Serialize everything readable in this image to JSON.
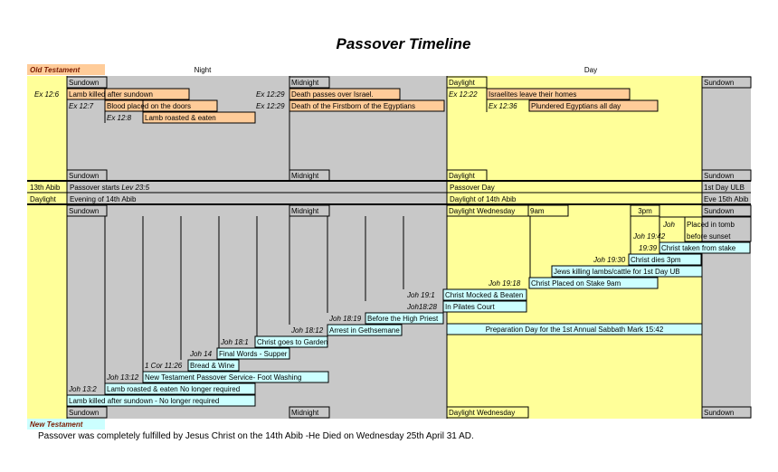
{
  "chart_data": {
    "type": "table",
    "title": "Passover Timeline",
    "section_old": "Old Testament",
    "section_new": "New Testament",
    "period_night": "Night",
    "period_day": "Day",
    "footer": "Passover was completely fulfilled by Jesus Christ on the 14th Abib -He Died on Wednesday 25th April 31 AD.",
    "colors": {
      "night_gray": "#c8c8c8",
      "day_yellow": "#ffff99",
      "ot_orange": "#ffcc99",
      "nt_cyan": "#ccffff",
      "ot_header": "#ffcc99",
      "nt_header": "#ccffff"
    },
    "markers": {
      "sundown": "Sundown",
      "midnight": "Midnight",
      "daylight": "Daylight",
      "daylight_wednesday": "Daylight Wednesday",
      "am9": "9am",
      "pm3": "3pm"
    },
    "old_testament_events": [
      {
        "ref": "Ex 12:6",
        "text": "Lamb killed after sundown"
      },
      {
        "ref": "Ex 12:7",
        "text": "Blood placed on the doors"
      },
      {
        "ref": "Ex 12:8",
        "text": "Lamb roasted & eaten"
      },
      {
        "ref": "Ex 12:29",
        "text": "Death passes over Israel."
      },
      {
        "ref": "Ex 12:29",
        "text": "Death of the Firstborn of the Egyptians"
      },
      {
        "ref": "Ex 12:22",
        "text": "Israelites leave their homes"
      },
      {
        "ref": "Ex 12:36",
        "text": "Plundered Egyptians all day"
      }
    ],
    "middle_band": {
      "left_top": "13th Abib",
      "left_bottom": "Daylight",
      "night_top": "Passover starts",
      "night_top_ref": "Lev 23:5",
      "night_bottom": "Evening of 14th Abib",
      "day_top": "Passover Day",
      "day_bottom": "Daylight of 14th Abib",
      "right_top": "1st Day ULB",
      "right_bottom": "Eve 15th Abib"
    },
    "new_testament_events": [
      {
        "ref": "",
        "text": "Lamb killed after sundown - No longer required"
      },
      {
        "ref": "Joh 13:2",
        "text": "Lamb roasted & eaten No longer required"
      },
      {
        "ref": "Joh 13:12",
        "text": "New Testament Passover Service- Foot Washing"
      },
      {
        "ref": "1 Cor 11:26",
        "text": "Bread & Wine"
      },
      {
        "ref": "Joh 14",
        "text": "Final Words - Supper"
      },
      {
        "ref": "Joh 18:1",
        "text": "Christ goes to Garden"
      },
      {
        "ref": "Joh 18:12",
        "text": "Arrest in Gethsemane"
      },
      {
        "ref": "Joh 18:19",
        "text": "Before the High Priest"
      },
      {
        "ref": "Joh18:28",
        "text": "In Pilates Court"
      },
      {
        "ref": "Joh 19:1",
        "text": "Christ Mocked & Beaten"
      },
      {
        "ref": "Joh 19:18",
        "text": "Christ Placed on Stake 9am"
      },
      {
        "ref": "",
        "text": "Jews killing lambs/cattle for 1st Day UB"
      },
      {
        "ref": "Joh 19:30",
        "text": "Christ  dies 3pm"
      },
      {
        "ref": "19:39",
        "text": "Christ taken from stake"
      },
      {
        "ref": "Joh 19:42",
        "text": "before sunset"
      },
      {
        "ref": "Joh",
        "text": "Placed in tomb"
      },
      {
        "ref": "",
        "text": "Preparation Day for the 1st Annual Sabbath Mark 15:42"
      }
    ]
  }
}
